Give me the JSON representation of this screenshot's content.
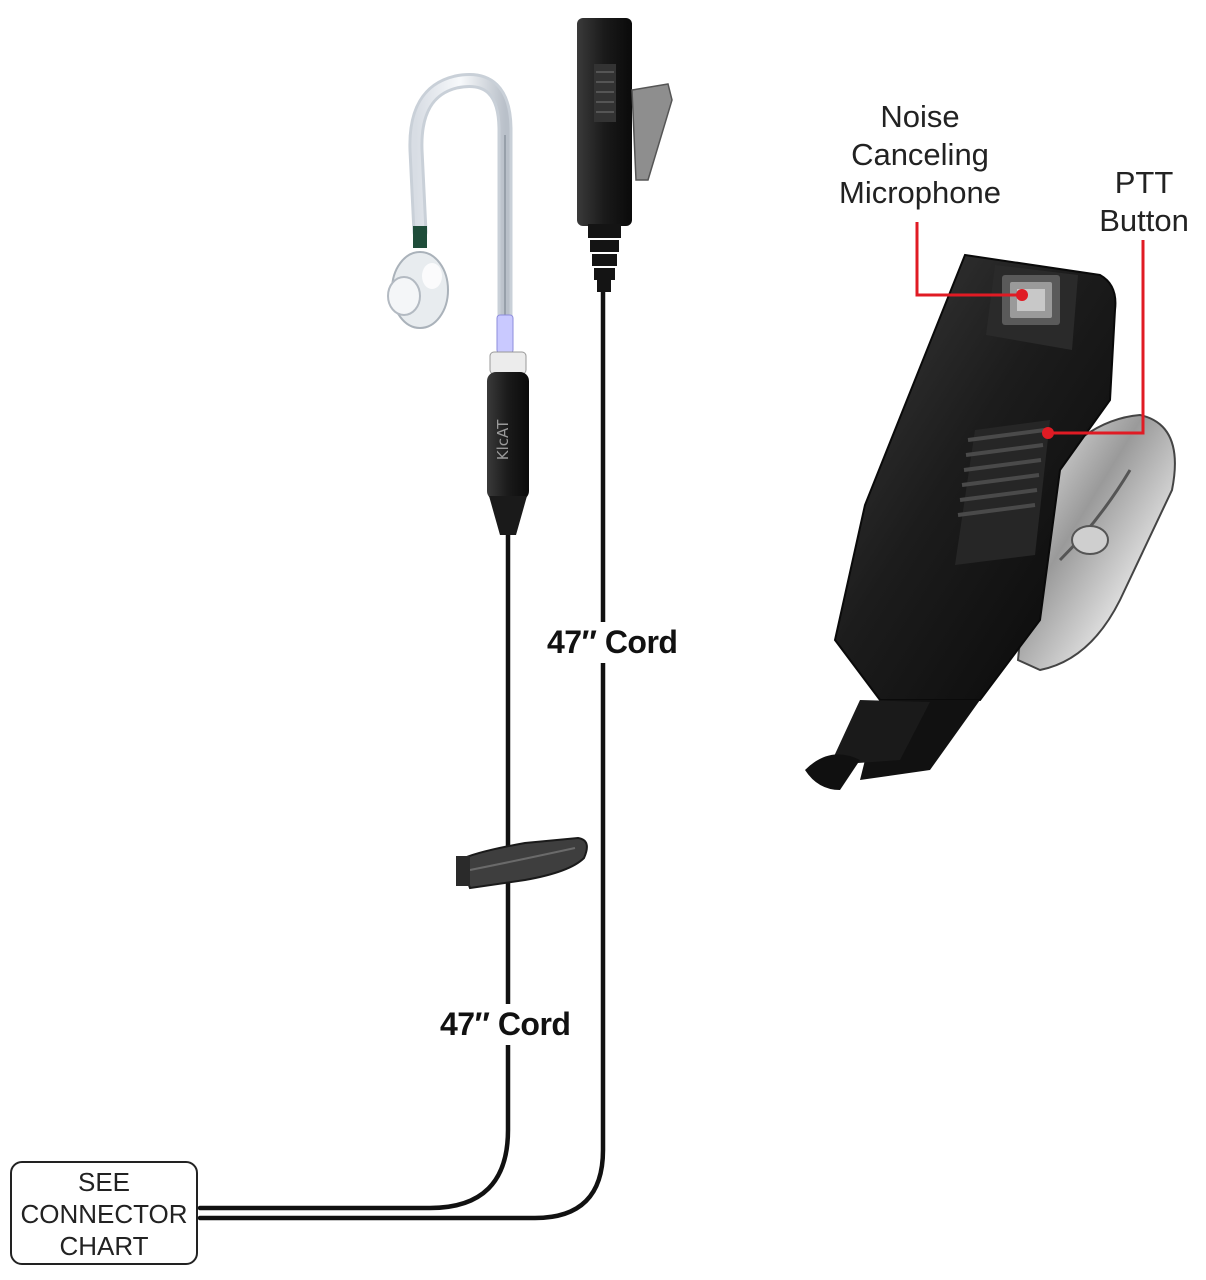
{
  "callouts": {
    "mic": [
      "Noise",
      "Canceling",
      "Microphone"
    ],
    "ptt": [
      "PTT",
      "Button"
    ]
  },
  "cords": {
    "right": "47″ Cord",
    "left": "47″ Cord"
  },
  "connector_box": [
    "SEE",
    "CONNECTOR",
    "CHART"
  ],
  "colors": {
    "callout_line": "#e01b24",
    "cable": "#111111"
  }
}
